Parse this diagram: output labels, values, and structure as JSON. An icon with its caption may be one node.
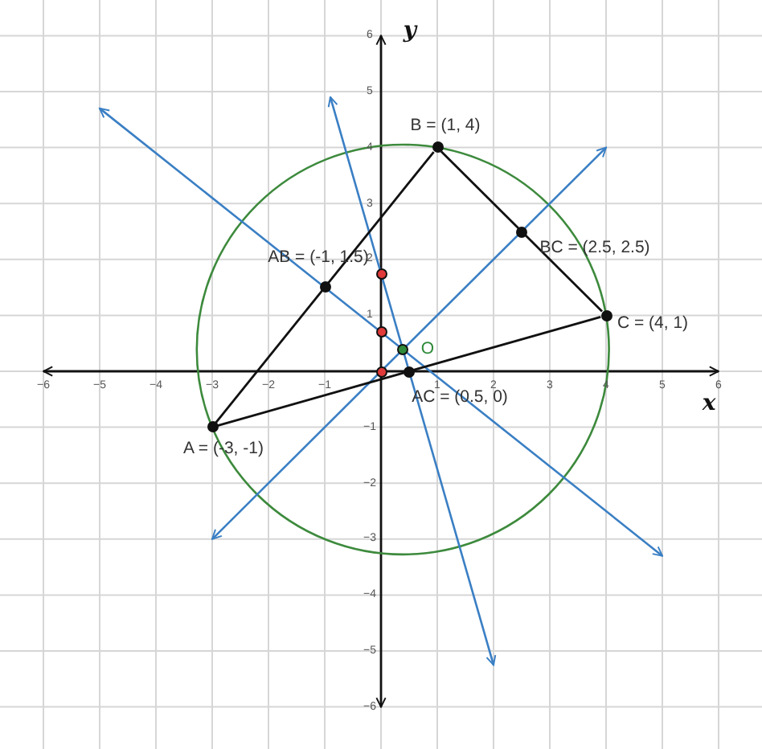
{
  "diagram": {
    "nodes": [
      {
        "text": [],
        "shape": "circle",
        "beside": [
          "B = (1, 4)"
        ]
      },
      {
        "text": [],
        "shape": "circle",
        "beside": [
          "AB = (-1, 1.5)"
        ]
      },
      {
        "text": [],
        "shape": "circle",
        "beside": [
          "BC = (2.5, 2.5)"
        ]
      },
      {
        "text": [],
        "shape": "circle"
      },
      {
        "text": [],
        "shape": "circle"
      },
      {
        "text": [],
        "shape": "circle",
        "beside": [
          "O"
        ]
      },
      {
        "text": [],
        "shape": "circle",
        "beside": [
          "C = (4, 1)"
        ]
      },
      {
        "text": [],
        "shape": "circle"
      },
      {
        "text": [],
        "shape": "circle",
        "beside": [
          "AC = (0.5, 0)"
        ]
      },
      {
        "text": [],
        "shape": "circle",
        "beside": [
          "A = (-3, -1)"
        ]
      }
    ],
    "edges": [
      {
        "from": 9,
        "to": 0,
        "arrow": "none"
      },
      {
        "from": 0,
        "to": 6,
        "arrow": "none"
      },
      {
        "from": 6,
        "to": 9,
        "arrow": "none"
      }
    ],
    "labels": [
      "−6",
      "−5",
      "−4",
      "−3",
      "−2",
      "−1",
      "1",
      "2",
      "3",
      "4",
      "5",
      "6",
      "6",
      "5",
      "4",
      "3",
      "2",
      "1",
      "−1",
      "−2",
      "−3",
      "−4",
      "−5",
      "−6",
      "x",
      "y"
    ]
  }
}
